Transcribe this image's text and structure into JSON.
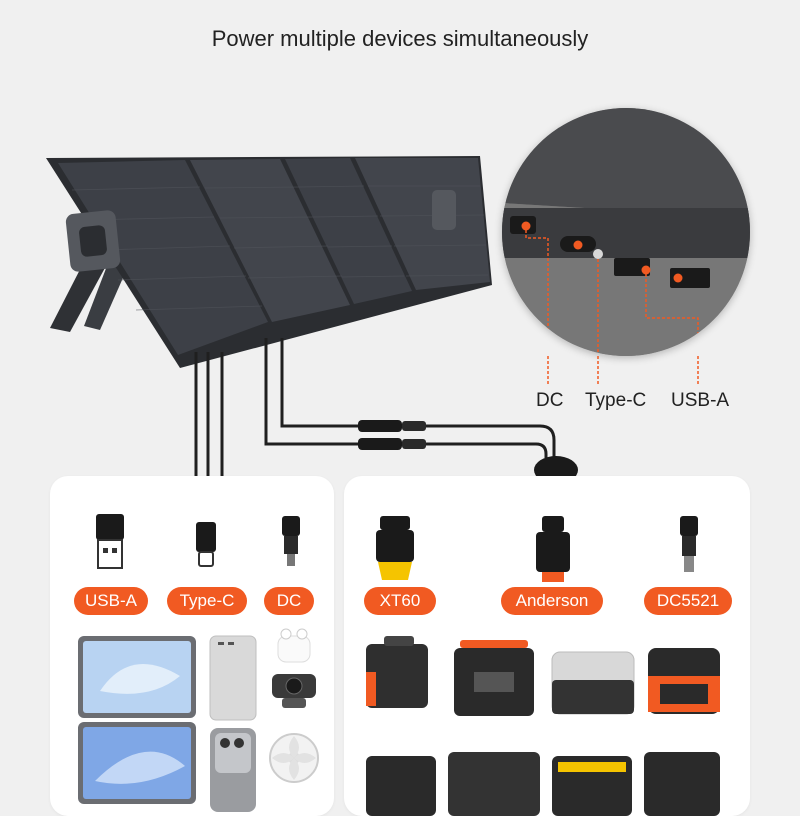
{
  "header": {
    "subtitle": "Power multiple devices simultaneously"
  },
  "panel_ports": {
    "dc": "DC",
    "type_c": "Type-C",
    "usb_a": "USB-A"
  },
  "left_connectors": [
    {
      "label": "USB-A"
    },
    {
      "label": "Type-C"
    },
    {
      "label": "DC"
    }
  ],
  "right_connectors": [
    {
      "label": "XT60"
    },
    {
      "label": "Anderson"
    },
    {
      "label": "DC5521"
    }
  ],
  "colors": {
    "accent": "#f15a22",
    "panel": "#3a3d42",
    "background": "#f0f0f0"
  }
}
